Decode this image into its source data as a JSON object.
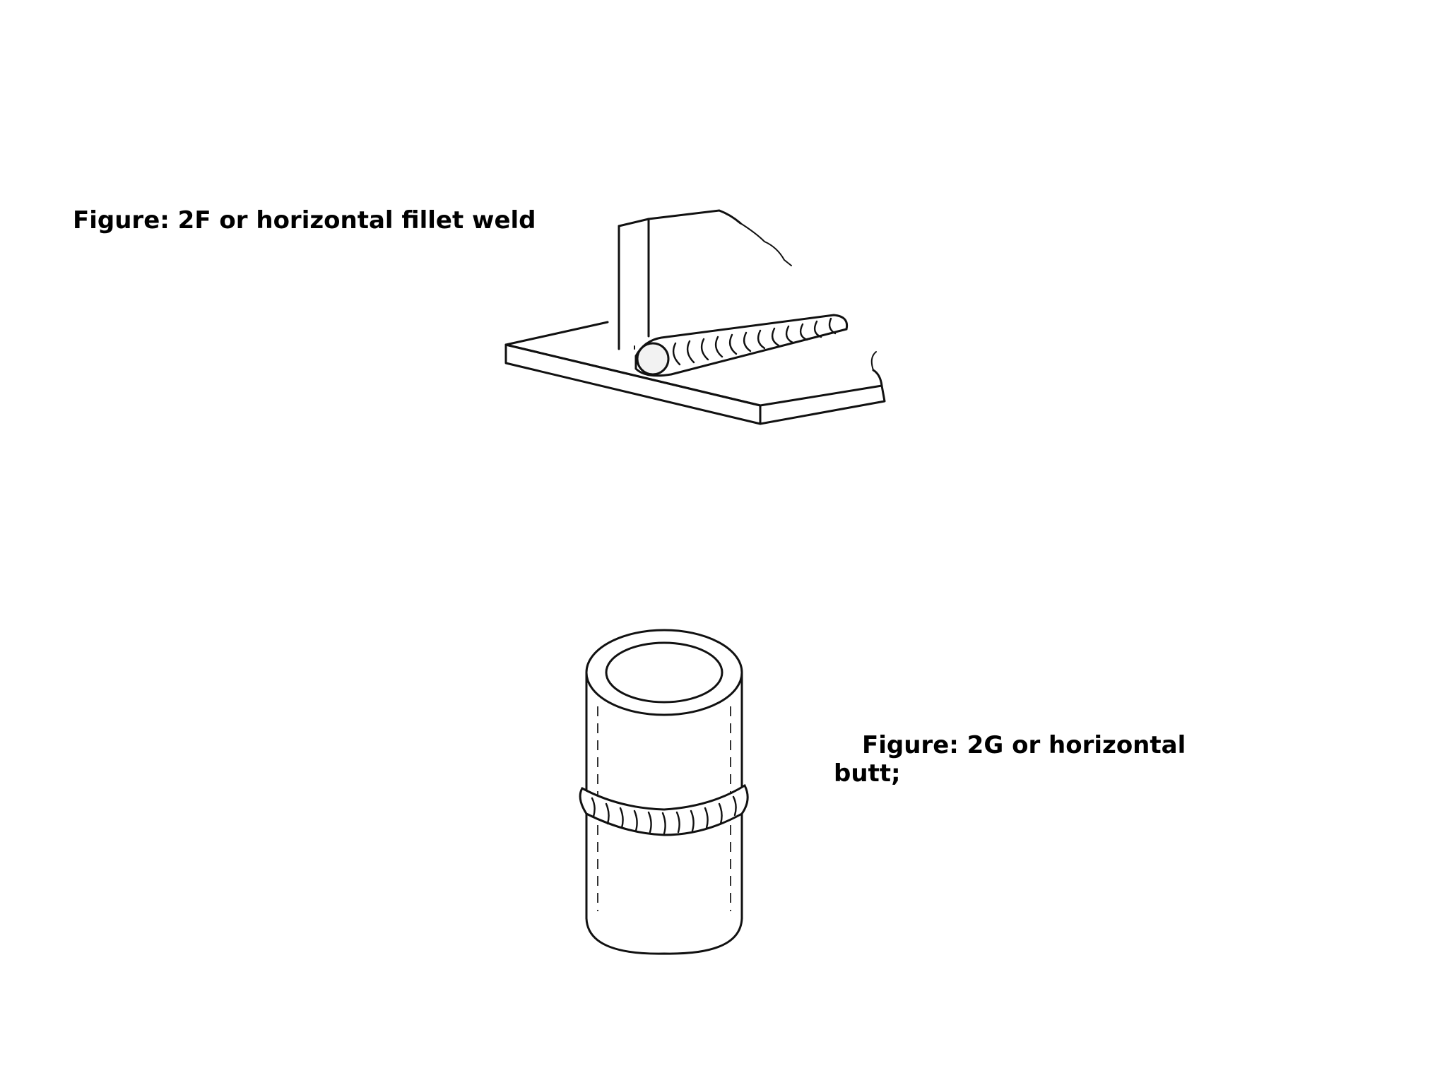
{
  "figures": [
    {
      "id": "2F",
      "caption": "Figure: 2F or horizontal fillet weld",
      "illustration": "t-joint-fillet-weld"
    },
    {
      "id": "2G",
      "caption_line1": "Figure: 2G or horizontal",
      "caption_line2": "butt;",
      "illustration": "pipe-butt-weld"
    }
  ]
}
